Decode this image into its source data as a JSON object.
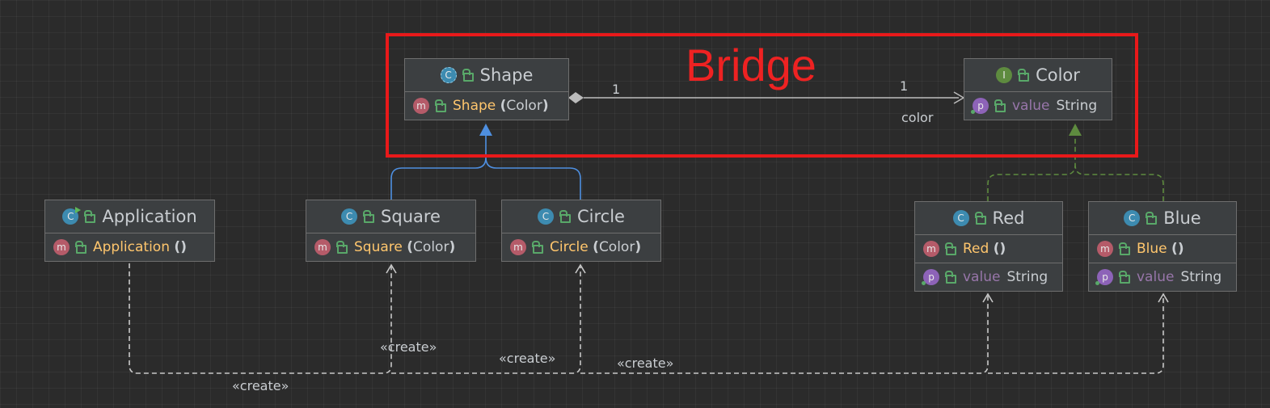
{
  "frame": {
    "title": "Bridge",
    "color": "#e8191a"
  },
  "nodes": {
    "shape": {
      "name": "Shape",
      "kind": "abstract-class",
      "kind_letter": "C",
      "members": [
        {
          "kind_letter": "m",
          "name": "Shape",
          "open": "(",
          "param": "Color",
          "close": ")"
        }
      ]
    },
    "color": {
      "name": "Color",
      "kind": "interface",
      "kind_letter": "I",
      "members": [
        {
          "kind_letter": "p",
          "name": "value",
          "type": "String"
        }
      ]
    },
    "application": {
      "name": "Application",
      "kind": "class",
      "kind_letter": "C",
      "members": [
        {
          "kind_letter": "m",
          "name": "Application",
          "open": "(",
          "param": "",
          "close": ")"
        }
      ]
    },
    "square": {
      "name": "Square",
      "kind": "class",
      "kind_letter": "C",
      "members": [
        {
          "kind_letter": "m",
          "name": "Square",
          "open": "(",
          "param": "Color",
          "close": ")"
        }
      ]
    },
    "circle": {
      "name": "Circle",
      "kind": "class",
      "kind_letter": "C",
      "members": [
        {
          "kind_letter": "m",
          "name": "Circle",
          "open": "(",
          "param": "Color",
          "close": ")"
        }
      ]
    },
    "red": {
      "name": "Red",
      "kind": "class",
      "kind_letter": "C",
      "members": [
        {
          "kind_letter": "m",
          "name": "Red",
          "open": "(",
          "param": "",
          "close": ")"
        },
        {
          "kind_letter": "p",
          "name": "value",
          "type": "String"
        }
      ]
    },
    "blue": {
      "name": "Blue",
      "kind": "class",
      "kind_letter": "C",
      "members": [
        {
          "kind_letter": "m",
          "name": "Blue",
          "open": "(",
          "param": "",
          "close": ")"
        },
        {
          "kind_letter": "p",
          "name": "value",
          "type": "String"
        }
      ]
    }
  },
  "association": {
    "source_multiplicity": "1",
    "target_multiplicity": "1",
    "role": "color"
  },
  "create_labels": [
    "«create»",
    "«create»",
    "«create»",
    "«create»"
  ],
  "colors": {
    "inheritance": "#4e8fe0",
    "implementation": "#5e8b3f",
    "dependency": "#c8c8c8",
    "association": "#bbbbbb"
  }
}
